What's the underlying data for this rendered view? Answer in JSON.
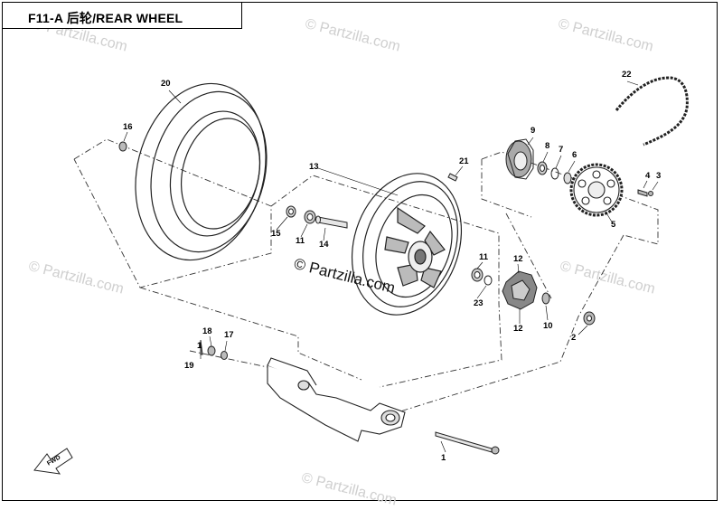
{
  "title": "F11-A  后轮/REAR WHEEL",
  "watermarks": [
    "© Partzilla.com",
    "© Partzilla.com",
    "© Partzilla.com",
    "© Partzilla.com",
    "© Partzilla.com",
    "© Partzilla.com"
  ],
  "center_watermark": "© Partzilla.com",
  "fwd_label": "FWD",
  "callouts": [
    "20",
    "16",
    "13",
    "21",
    "9",
    "8",
    "7",
    "6",
    "22",
    "4",
    "3",
    "5",
    "15",
    "11",
    "14",
    "11",
    "23",
    "12",
    "12",
    "10",
    "2",
    "18",
    "17",
    "1",
    "19",
    "1"
  ]
}
